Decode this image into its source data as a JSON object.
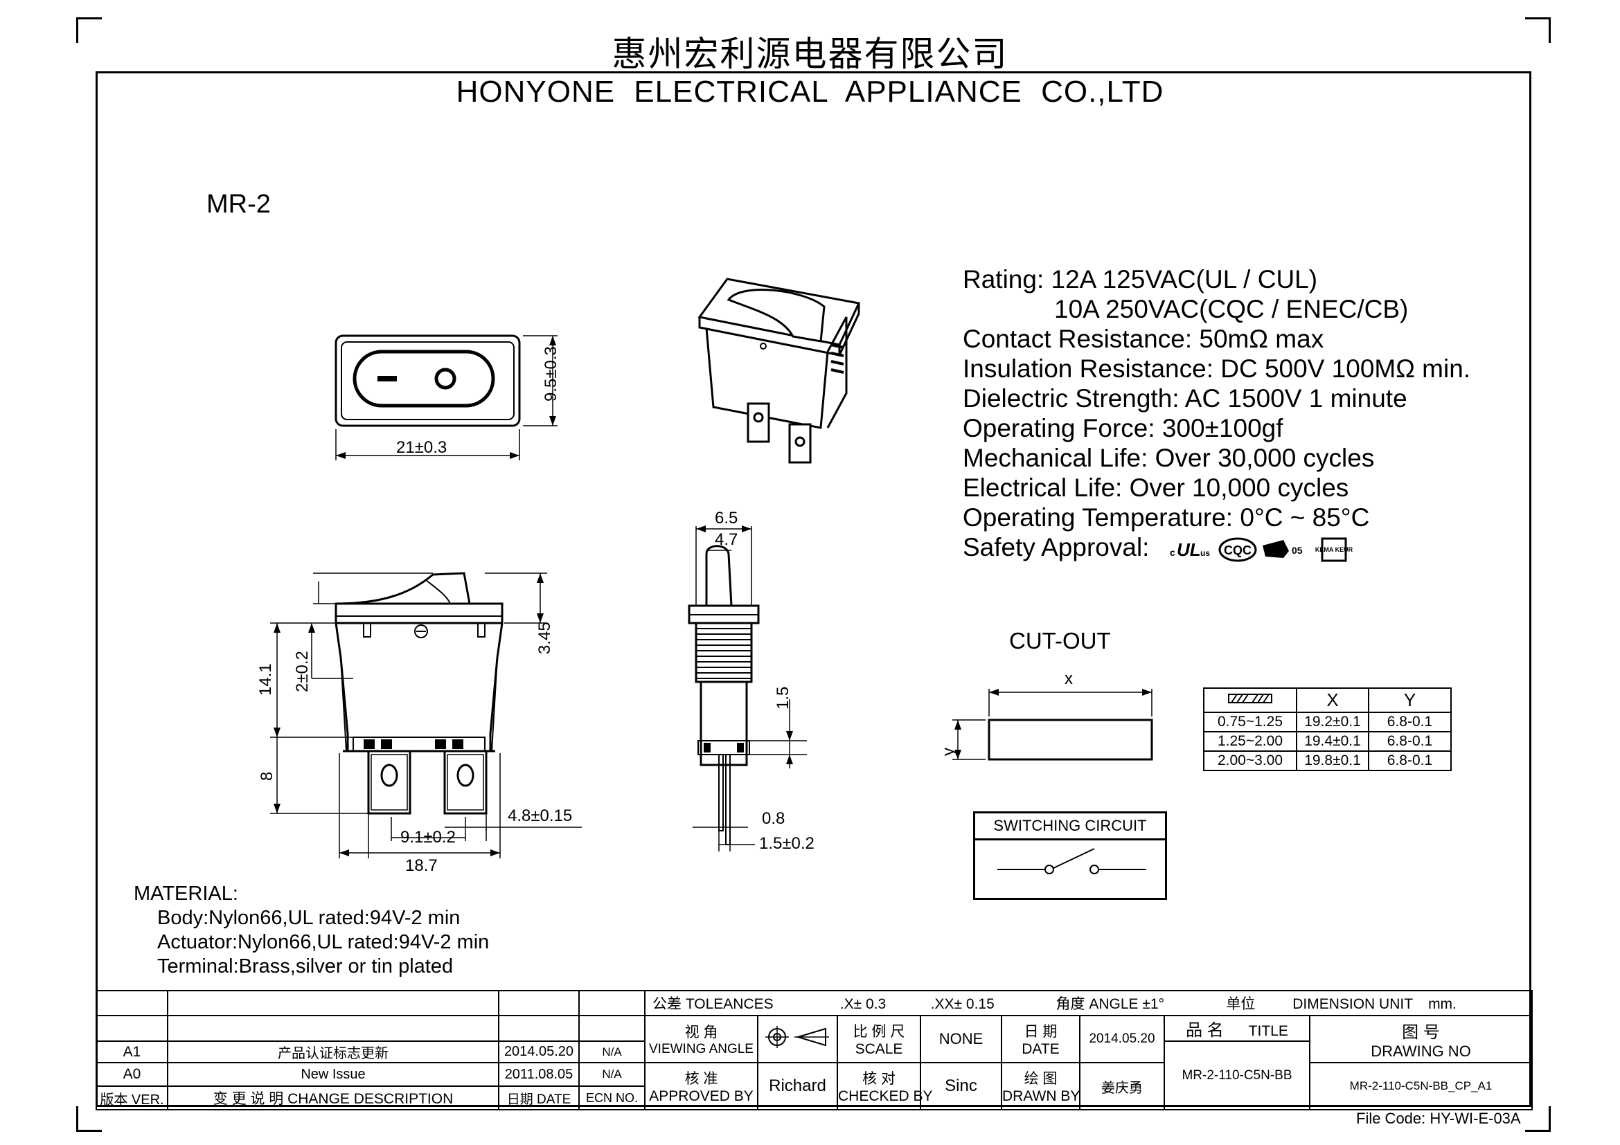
{
  "company": {
    "name_cn": "惠州宏利源电器有限公司",
    "name_en": "HONYONE  ELECTRICAL  APPLIANCE  CO.,LTD"
  },
  "model": "MR-2",
  "specs": {
    "rating_1": "Rating: 12A 125VAC(UL / CUL)",
    "rating_2": "10A  250VAC(CQC / ENEC/CB)",
    "contact_resistance": "Contact Resistance: 50mΩ max",
    "insulation_resistance": "Insulation Resistance: DC 500V 100MΩ min.",
    "dielectric_strength": "Dielectric Strength: AC 1500V 1 minute",
    "operating_force": "Operating Force: 300±100gf",
    "mechanical_life": "Mechanical Life: Over 30,000 cycles",
    "electrical_life": "Electrical Life: Over 10,000 cycles",
    "operating_temperature": "Operating Temperature: 0°C ~ 85°C",
    "safety_approval": "Safety Approval:"
  },
  "approval_marks": [
    "c",
    "UL",
    "us",
    "CQC",
    "05",
    "KEMA KEUR"
  ],
  "dimensions": {
    "front_width": "21±0.3",
    "front_height": "9.5±0.3",
    "side_total_height": "14.1",
    "side_2": "2±0.2",
    "side_345": "3.45",
    "side_terminal": "8",
    "terminal_pitch": "9.1±0.2",
    "terminal_width": "4.8±0.15",
    "body_width": "18.7",
    "end_65": "6.5",
    "end_47": "4.7",
    "end_15": "1.5",
    "end_08": "0.8",
    "end_terminal": "1.5±0.2"
  },
  "cutout": {
    "title": "CUT-OUT",
    "x_label": "x",
    "y_label": "y",
    "headers": [
      "",
      "X",
      "Y"
    ],
    "rows": [
      [
        "0.75~1.25",
        "19.2±0.1",
        "6.8-0.1"
      ],
      [
        "1.25~2.00",
        "19.4±0.1",
        "6.8-0.1"
      ],
      [
        "2.00~3.00",
        "19.8±0.1",
        "6.8-0.1"
      ]
    ]
  },
  "switching_circuit": {
    "title": "SWITCHING CIRCUIT"
  },
  "material": {
    "title": "MATERIAL:",
    "body": "Body:Nylon66,UL rated:94V-2 min",
    "actuator": "Actuator:Nylon66,UL rated:94V-2 min",
    "terminal": "Terminal:Brass,silver or tin plated"
  },
  "title_block": {
    "tolerances_label": "公差 TOLEANCES",
    "tol_x": ".X± 0.3",
    "tol_xx": ".XX± 0.15",
    "angle": "角度 ANGLE ±1°",
    "unit_cn": "单位",
    "unit_en": "DIMENSION UNIT",
    "unit_value": "mm.",
    "viewing_angle_cn": "视 角",
    "viewing_angle_en": "VIEWING ANGLE",
    "scale_cn": "比 例 尺",
    "scale_en": "SCALE",
    "scale_value": "NONE",
    "date_cn": "日 期",
    "date_en": "DATE",
    "date_value": "2014.05.20",
    "title_cn": "品  名",
    "title_en": "TITLE",
    "title_value": "MR-2-110-C5N-BB",
    "drawing_no_cn": "图  号",
    "drawing_no_en": "DRAWING NO",
    "drawing_no_value": "MR-2-110-C5N-BB_CP_A1",
    "approved_cn": "核 准",
    "approved_en": "APPROVED BY",
    "approved_value": "Richard",
    "checked_cn": "核 对",
    "checked_en": "CHECKED BY",
    "checked_value": "Sinc",
    "drawn_cn": "绘 图",
    "drawn_en": "DRAWN BY",
    "drawn_value": "姜庆勇",
    "revisions": [
      {
        "ver": "A1",
        "desc": "产品认证标志更新",
        "date": "2014.05.20",
        "ecn": "N/A"
      },
      {
        "ver": "A0",
        "desc": "New Issue",
        "date": "2011.08.05",
        "ecn": "N/A"
      }
    ],
    "header_ver": "版本 VER.",
    "header_desc": "变 更 说 明  CHANGE DESCRIPTION",
    "header_date": "日期 DATE",
    "header_ecn": "ECN NO."
  },
  "file_code": "File Code: HY-WI-E-03A"
}
